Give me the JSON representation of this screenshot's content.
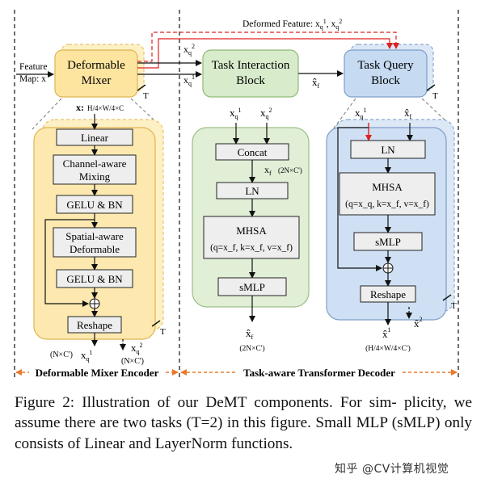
{
  "figure": {
    "top_label": "Deformed Feature: x",
    "feature_label_1": "Feature",
    "feature_label_2": "Map: x",
    "deformable_mixer": [
      "Deformable",
      "Mixer"
    ],
    "task_interaction": [
      "Task Interaction",
      "Block"
    ],
    "task_query": [
      "Task Query",
      "Block"
    ],
    "T": "T",
    "encoder_input_label": "x:",
    "encoder_input_dim": "H/4×W/4×C",
    "encoder_blocks": {
      "linear": "Linear",
      "channel_1": "Channel-aware",
      "channel_2": "Mixing",
      "gelu_bn_1": "GELU & BN",
      "spatial_1": "Spatial-aware",
      "spatial_2": "Deformable",
      "gelu_bn_2": "GELU & BN",
      "reshape": "Reshape"
    },
    "encoder_out_dim": "(N×C')",
    "encoder_out_dim2": "(N×C')",
    "tib_blocks": {
      "concat": "Concat",
      "xf_dim": "(2N×C')",
      "ln": "LN",
      "mhsa": "MHSA",
      "mhsa_params": "(q=x_f, k=x_f, v=x_f)",
      "smlp": "sMLP"
    },
    "tib_out_dim": "(2N×C')",
    "tqb_blocks": {
      "ln": "LN",
      "mhsa": "MHSA",
      "mhsa_params": "(q=x_q, k=x_f, v=x_f)",
      "smlp": "sMLP",
      "reshape": "Reshape"
    },
    "tqb_out_dim": "(H/4×W/4×C')",
    "encoder_section": "Deformable Mixer Encoder",
    "decoder_section": "Task-aware Transformer Decoder"
  },
  "caption": {
    "line1": "Figure 2: Illustration of our DeMT components. For sim-",
    "line2": "plicity, we assume there are two tasks (T=2) in this figure.",
    "line3": "Small MLP (sMLP) only consists of Linear and LayerNorm",
    "line4": "functions."
  },
  "watermark": "知乎 @CV计算机视觉",
  "colors": {
    "yellow_fill": "#fdf0c4",
    "yellow_stroke": "#e8c46a",
    "green_fill": "#e1efd6",
    "green_stroke": "#9cbf86",
    "blue_fill": "#dde8f6",
    "blue_stroke": "#8aa9cf",
    "inner_fill": "#eeeeee",
    "red": "#e02020",
    "orange": "#e87b2c"
  }
}
